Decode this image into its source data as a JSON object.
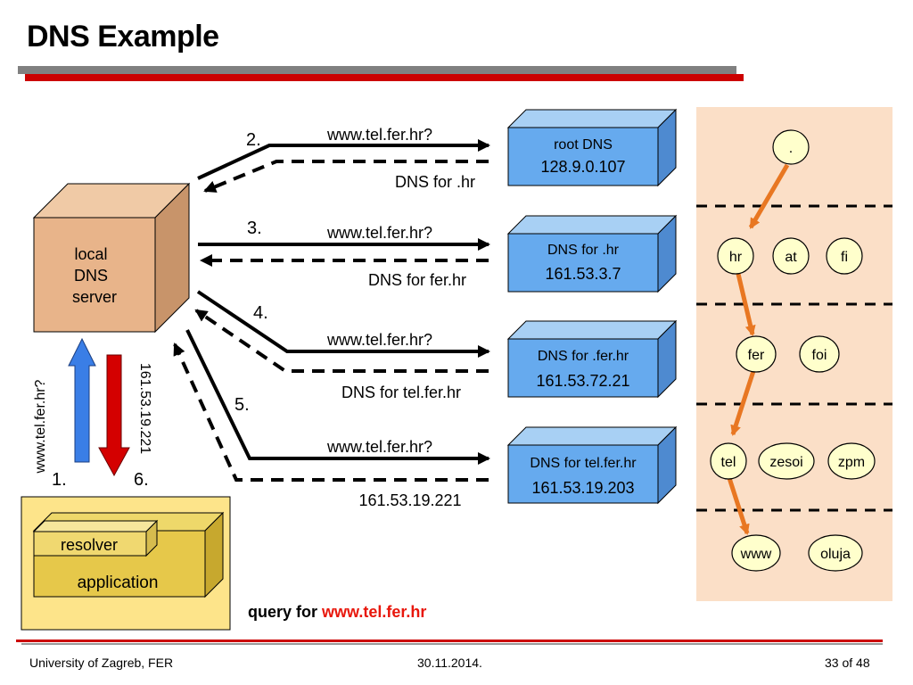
{
  "title": "DNS Example",
  "local_server": {
    "line1": "local",
    "line2": "DNS",
    "line3": "server"
  },
  "client": {
    "resolver": "resolver",
    "application": "application"
  },
  "steps": {
    "s1": "1.",
    "s2": "2.",
    "s3": "3.",
    "s4": "4.",
    "s5": "5.",
    "s6": "6."
  },
  "vertical_labels": {
    "query": "www.tel.fer.hr?",
    "answer": "161.53.19.221"
  },
  "queries": [
    {
      "question": "www.tel.fer.hr?",
      "reply": "DNS for .hr"
    },
    {
      "question": "www.tel.fer.hr?",
      "reply": "DNS for fer.hr"
    },
    {
      "question": "www.tel.fer.hr?",
      "reply": "DNS for tel.fer.hr"
    },
    {
      "question": "www.tel.fer.hr?",
      "reply": "161.53.19.221"
    }
  ],
  "servers": [
    {
      "name": "root DNS",
      "ip": "128.9.0.107"
    },
    {
      "name": "DNS for .hr",
      "ip": "161.53.3.7"
    },
    {
      "name": "DNS for .fer.hr",
      "ip": "161.53.72.21"
    },
    {
      "name": "DNS for tel.fer.hr",
      "ip": "161.53.19.203"
    }
  ],
  "tree": {
    "root": ".",
    "level1": [
      "hr",
      "at",
      "fi"
    ],
    "level2": [
      "fer",
      "foi"
    ],
    "level3": [
      "tel",
      "zesoi",
      "zpm"
    ],
    "level4": [
      "www",
      "oluja"
    ]
  },
  "query_caption": {
    "prefix": "query for",
    "target": "www.tel.fer.hr"
  },
  "footer": {
    "left": "University of Zagreb, FER",
    "center": "30.11.2014.",
    "right": "33 of 48"
  },
  "colors": {
    "accent_red": "#cc0000",
    "server_blue": "#66aaee",
    "local_tan": "#e8b48a",
    "app_yellow": "#e6c84a",
    "tree_bg": "#fbdfc7",
    "tree_node": "#ffffcc",
    "tree_arrow": "#e87722"
  }
}
